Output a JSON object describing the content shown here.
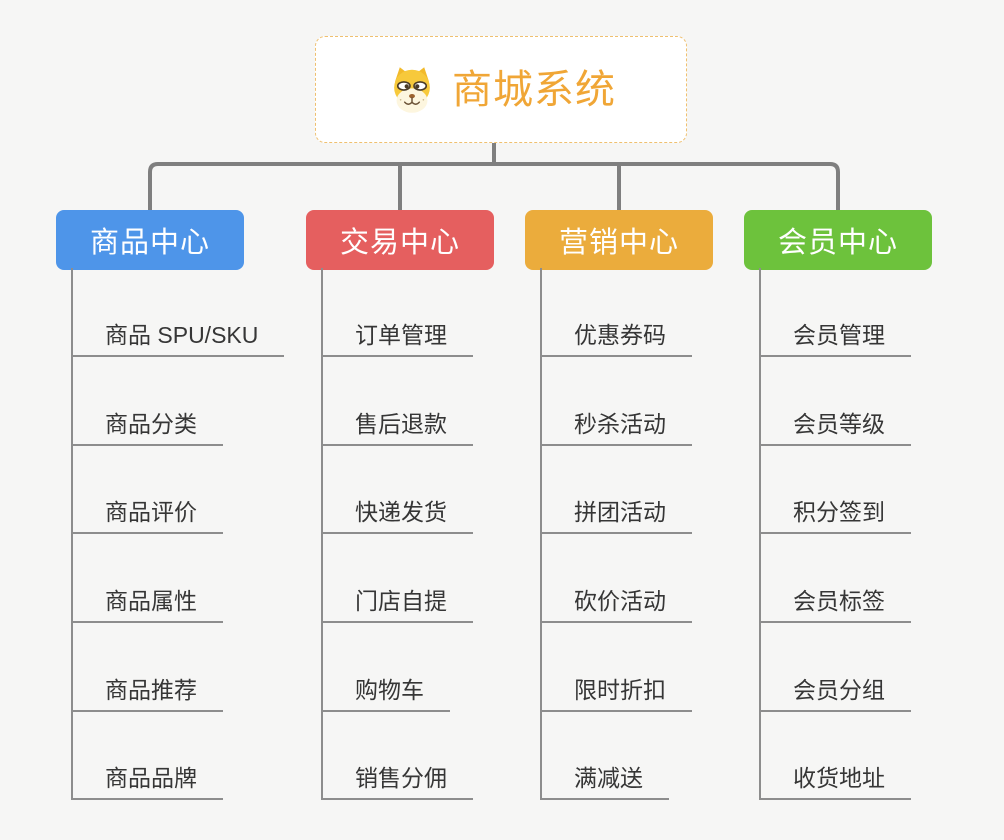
{
  "root": {
    "title": "商城系统",
    "icon": "dog-face-icon"
  },
  "branches": [
    {
      "label": "商品中心",
      "color": "#4e95e9",
      "items": [
        "商品 SPU/SKU",
        "商品分类",
        "商品评价",
        "商品属性",
        "商品推荐",
        "商品品牌"
      ]
    },
    {
      "label": "交易中心",
      "color": "#e55f5f",
      "items": [
        "订单管理",
        "售后退款",
        "快递发货",
        "门店自提",
        "购物车",
        "销售分佣"
      ]
    },
    {
      "label": "营销中心",
      "color": "#ebac3c",
      "items": [
        "优惠券码",
        "秒杀活动",
        "拼团活动",
        "砍价活动",
        "限时折扣",
        "满减送"
      ]
    },
    {
      "label": "会员中心",
      "color": "#6dc23c",
      "items": [
        "会员管理",
        "会员等级",
        "积分签到",
        "会员标签",
        "会员分组",
        "收货地址"
      ]
    }
  ],
  "colors": {
    "root_accent": "#f0a636",
    "root_border": "#efc070",
    "connector_gray": "#7f7f7f",
    "leaf_line_gray": "#8d8d8d",
    "leaf_text": "#363636",
    "background": "#f6f6f5"
  }
}
